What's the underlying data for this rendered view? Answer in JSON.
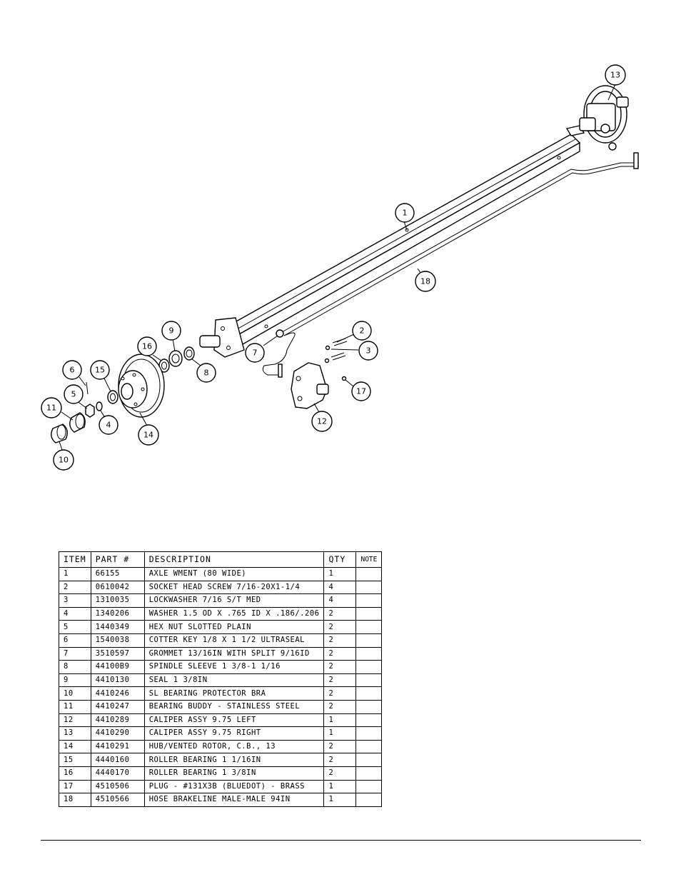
{
  "callouts": [
    "1",
    "2",
    "3",
    "4",
    "5",
    "6",
    "7",
    "8",
    "9",
    "10",
    "11",
    "12",
    "13",
    "14",
    "15",
    "16",
    "17",
    "18"
  ],
  "bom": {
    "headers": {
      "item": "ITEM",
      "part": "PART #",
      "description": "DESCRIPTION",
      "qty": "QTY",
      "note": "NOTE"
    },
    "rows": [
      {
        "item": "1",
        "part": "66155",
        "description": "AXLE WMENT (80 WIDE)",
        "qty": "1",
        "note": ""
      },
      {
        "item": "2",
        "part": "0610042",
        "description": "SOCKET HEAD SCREW 7/16-20X1-1/4",
        "qty": "4",
        "note": ""
      },
      {
        "item": "3",
        "part": "1310035",
        "description": "LOCKWASHER 7/16 S/T MED",
        "qty": "4",
        "note": ""
      },
      {
        "item": "4",
        "part": "1340206",
        "description": "WASHER 1.5 OD X .765 ID X .186/.206",
        "qty": "2",
        "note": ""
      },
      {
        "item": "5",
        "part": "1440349",
        "description": "HEX NUT SLOTTED PLAIN",
        "qty": "2",
        "note": ""
      },
      {
        "item": "6",
        "part": "1540038",
        "description": "COTTER KEY 1/8 X 1 1/2 ULTRASEAL",
        "qty": "2",
        "note": ""
      },
      {
        "item": "7",
        "part": "3510597",
        "description": "GROMMET 13/16IN WITH SPLIT 9/16ID",
        "qty": "2",
        "note": ""
      },
      {
        "item": "8",
        "part": "44100B9",
        "description": "SPINDLE SLEEVE 1 3/8-1 1/16",
        "qty": "2",
        "note": ""
      },
      {
        "item": "9",
        "part": "4410130",
        "description": "SEAL 1 3/8IN",
        "qty": "2",
        "note": ""
      },
      {
        "item": "10",
        "part": "4410246",
        "description": "SL BEARING PROTECTOR BRA",
        "qty": "2",
        "note": ""
      },
      {
        "item": "11",
        "part": "4410247",
        "description": "BEARING BUDDY - STAINLESS STEEL",
        "qty": "2",
        "note": ""
      },
      {
        "item": "12",
        "part": "4410289",
        "description": "CALIPER ASSY 9.75 LEFT",
        "qty": "1",
        "note": ""
      },
      {
        "item": "13",
        "part": "4410290",
        "description": "CALIPER ASSY 9.75 RIGHT",
        "qty": "1",
        "note": ""
      },
      {
        "item": "14",
        "part": "4410291",
        "description": "HUB/VENTED ROTOR, C.B., 13",
        "qty": "2",
        "note": ""
      },
      {
        "item": "15",
        "part": "4440160",
        "description": "ROLLER BEARING 1 1/16IN",
        "qty": "2",
        "note": ""
      },
      {
        "item": "16",
        "part": "4440170",
        "description": "ROLLER BEARING 1 3/8IN",
        "qty": "2",
        "note": ""
      },
      {
        "item": "17",
        "part": "4510506",
        "description": "PLUG - #131X3B (BLUEDOT) - BRASS",
        "qty": "1",
        "note": ""
      },
      {
        "item": "18",
        "part": "4510566",
        "description": "HOSE BRAKELINE MALE-MALE 94IN",
        "qty": "1",
        "note": ""
      }
    ]
  }
}
